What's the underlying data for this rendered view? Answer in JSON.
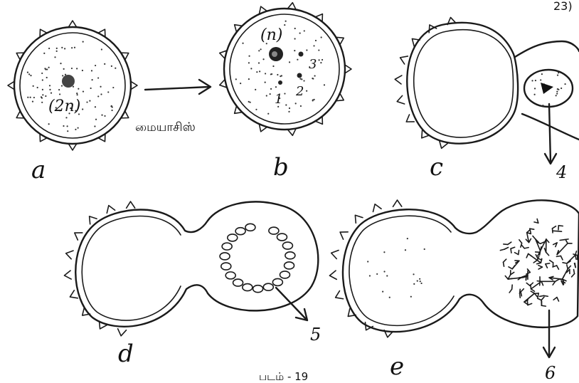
{
  "labels": {
    "a": "a",
    "b": "b",
    "c": "c",
    "d": "d",
    "e": "e",
    "n2": "(2n)",
    "n": "(n)",
    "num1": "1",
    "num2": "2",
    "num3": "3",
    "num4": "4",
    "num5": "5",
    "num6": "6",
    "meiosis": "மையாசிஸ்",
    "caption": "படம் - 19",
    "corner": "23)"
  }
}
